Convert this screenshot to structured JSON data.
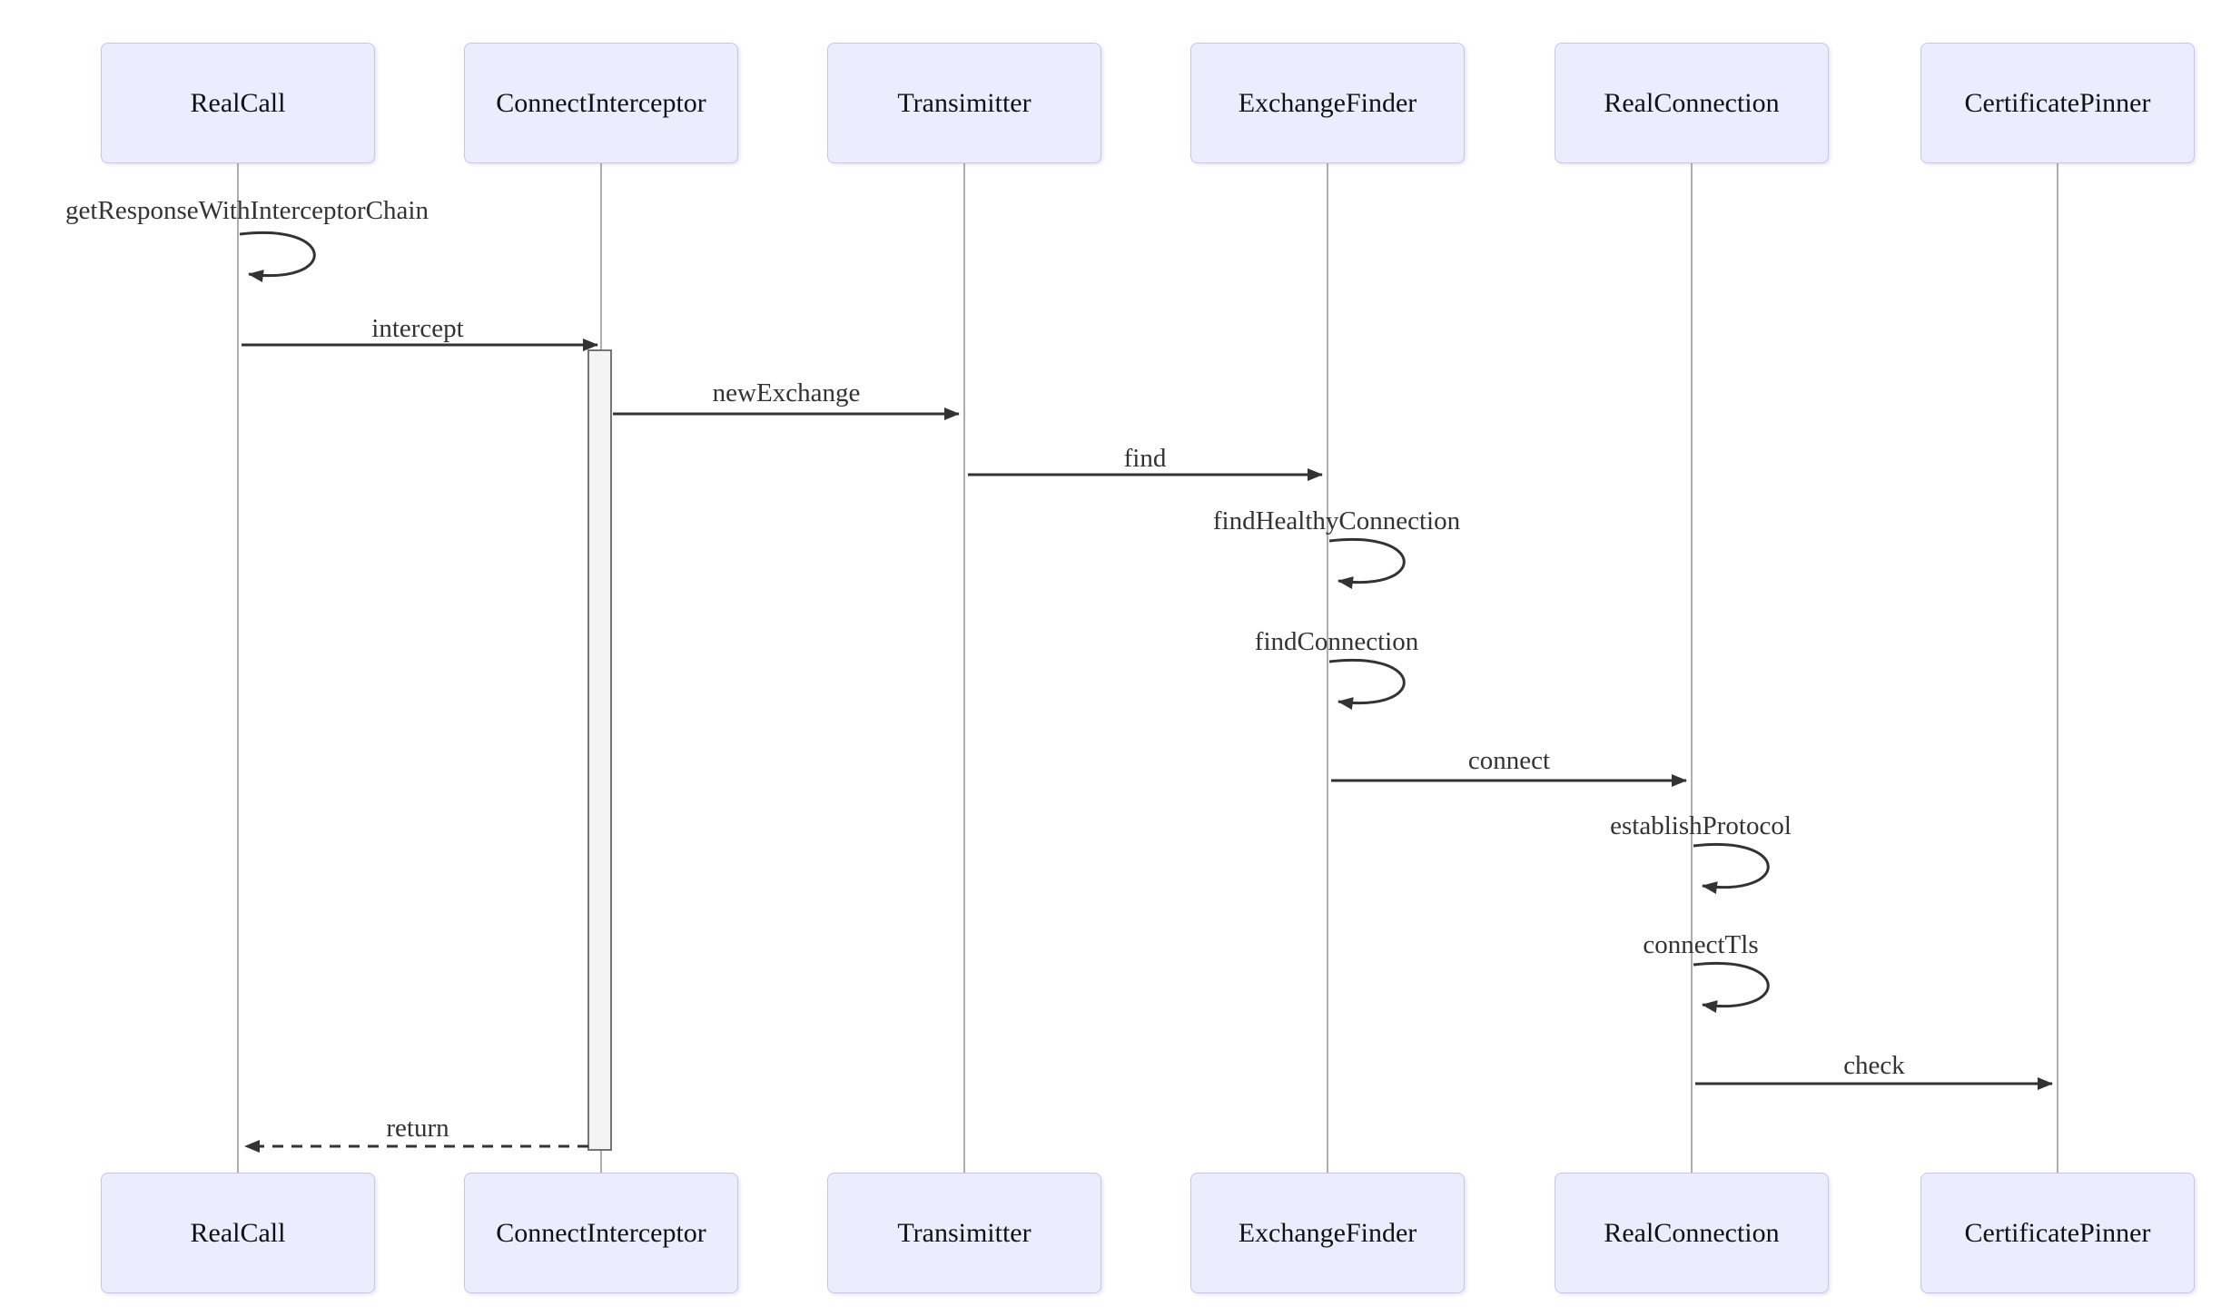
{
  "diagram": {
    "kind": "uml-sequence-diagram",
    "participants": [
      {
        "name": "RealCall"
      },
      {
        "name": "ConnectInterceptor"
      },
      {
        "name": "Transimitter"
      },
      {
        "name": "ExchangeFinder"
      },
      {
        "name": "RealConnection"
      },
      {
        "name": "CertificatePinner"
      }
    ],
    "messages": [
      {
        "label": "getResponseWithInterceptorChain",
        "from": "RealCall",
        "to": "RealCall",
        "kind": "self-loop"
      },
      {
        "label": "intercept",
        "from": "RealCall",
        "to": "ConnectInterceptor",
        "kind": "solid-arrow"
      },
      {
        "label": "newExchange",
        "from": "ConnectInterceptor",
        "to": "Transimitter",
        "kind": "solid-arrow"
      },
      {
        "label": "find",
        "from": "Transimitter",
        "to": "ExchangeFinder",
        "kind": "solid-arrow"
      },
      {
        "label": "findHealthyConnection",
        "from": "ExchangeFinder",
        "to": "ExchangeFinder",
        "kind": "self-loop"
      },
      {
        "label": "findConnection",
        "from": "ExchangeFinder",
        "to": "ExchangeFinder",
        "kind": "self-loop"
      },
      {
        "label": "connect",
        "from": "ExchangeFinder",
        "to": "RealConnection",
        "kind": "solid-arrow"
      },
      {
        "label": "establishProtocol",
        "from": "RealConnection",
        "to": "RealConnection",
        "kind": "self-loop"
      },
      {
        "label": "connectTls",
        "from": "RealConnection",
        "to": "RealConnection",
        "kind": "self-loop"
      },
      {
        "label": "check",
        "from": "RealConnection",
        "to": "CertificatePinner",
        "kind": "solid-arrow"
      },
      {
        "label": "return",
        "from": "ConnectInterceptor",
        "to": "RealCall",
        "kind": "dashed-return-arrow"
      }
    ],
    "activation": {
      "participant": "ConnectInterceptor",
      "starts_at": "intercept",
      "ends_at": "return"
    },
    "colors": {
      "background": "#FFFFFF",
      "actor_fill": "#ECECFF",
      "actor_border": "#C6C6EE",
      "actor_text": "#111111",
      "lifeline": "#999999",
      "arrow": "#333333",
      "message_text": "#333333",
      "activation_fill": "#F4F4F4",
      "activation_border": "#666666"
    }
  }
}
